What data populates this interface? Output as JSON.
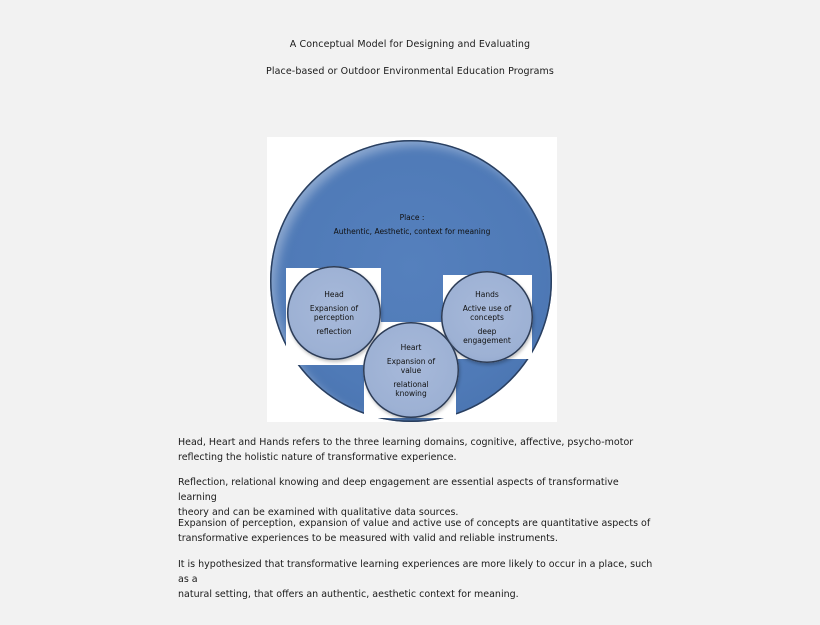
{
  "title": {
    "line1": "A  Conceptual Model for Designing and Evaluating",
    "line2": "Place-based or Outdoor Environmental Education Programs"
  },
  "diagram": {
    "colors": {
      "outer_circle": "#4f7ab7",
      "inner_circles": "#9db1d4",
      "outline": "#2a3f5f",
      "background": "#ffffff"
    },
    "place": {
      "title": "Place :",
      "subtitle": "Authentic, Aesthetic, context for meaning"
    },
    "head": {
      "title": "Head",
      "line1": "Expansion of",
      "line2": "perception",
      "line3": "reflection"
    },
    "hands": {
      "title": "Hands",
      "line1": "Active use of",
      "line2": "concepts",
      "line3": "deep",
      "line4": "engagement"
    },
    "heart": {
      "title": "Heart",
      "line1": "Expansion of",
      "line2": "value",
      "line3": "relational",
      "line4": "knowing"
    }
  },
  "paragraphs": [
    {
      "line1": "Head, Heart and Hands refers to the three learning domains,   cognitive, affective, psycho-motor",
      "line2": "reflecting the holistic nature of transformative experience."
    },
    {
      "line1": " Reflection, relational knowing and deep engagement  are essential aspects of transformative learning",
      "line2": "theory and can be examined with qualitative data sources."
    },
    {
      "line1": " Expansion of perception, expansion of value and active use of concepts are quantitative aspects of",
      "line2": "transformative experiences to be measured with valid and reliable instruments."
    },
    {
      "line1": " It is hypothesized that transformative learning experiences are more likely to occur in a place, such as a",
      "line2": "natural setting, that offers an authentic, aesthetic context for meaning."
    }
  ]
}
